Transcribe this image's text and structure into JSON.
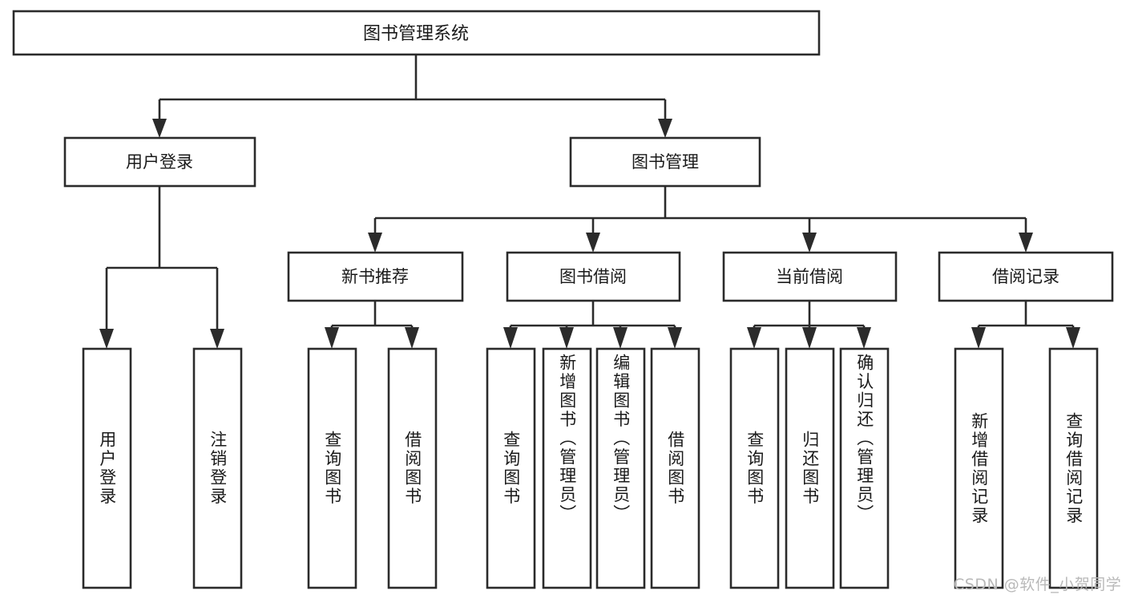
{
  "diagram": {
    "type": "tree-hierarchy",
    "title": "图书管理系统",
    "watermark": "CSDN @软件_小贺同学",
    "colors": {
      "box_stroke": "#2b2b2b",
      "box_fill": "#ffffff",
      "text": "#1a1a1a",
      "background": "#ffffff",
      "watermark": "#b9b9b9"
    },
    "levels": {
      "root": {
        "label": "图书管理系统"
      },
      "level2": [
        {
          "label": "用户登录"
        },
        {
          "label": "图书管理"
        }
      ],
      "level3": [
        {
          "label": "新书推荐"
        },
        {
          "label": "图书借阅"
        },
        {
          "label": "当前借阅"
        },
        {
          "label": "借阅记录"
        }
      ],
      "leaves": [
        {
          "label": "用户登录",
          "parent": "用户登录"
        },
        {
          "label": "注销登录",
          "parent": "用户登录"
        },
        {
          "label": "查询图书",
          "parent": "新书推荐"
        },
        {
          "label": "借阅图书",
          "parent": "新书推荐"
        },
        {
          "label": "查询图书",
          "parent": "图书借阅"
        },
        {
          "label": "新增图书（管理员）",
          "parent": "图书借阅"
        },
        {
          "label": "编辑图书（管理员）",
          "parent": "图书借阅"
        },
        {
          "label": "借阅图书",
          "parent": "图书借阅"
        },
        {
          "label": "查询图书",
          "parent": "当前借阅"
        },
        {
          "label": "归还图书",
          "parent": "当前借阅"
        },
        {
          "label": "确认归还（管理员）",
          "parent": "当前借阅"
        },
        {
          "label": "新增借阅记录",
          "parent": "借阅记录"
        },
        {
          "label": "查询借阅记录",
          "parent": "借阅记录"
        }
      ]
    }
  }
}
